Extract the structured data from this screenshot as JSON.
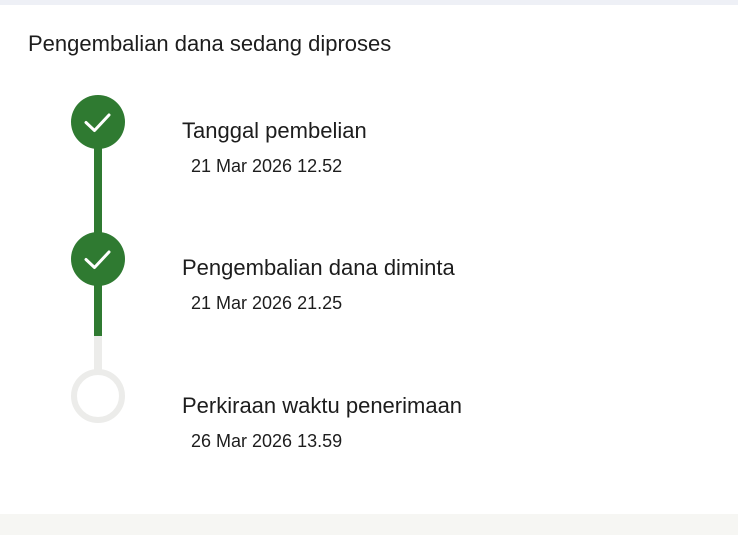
{
  "colors": {
    "completed": "#2f7a31",
    "pending": "#ececea",
    "text": "#1d1d1d"
  },
  "refund": {
    "title": "Pengembalian dana sedang diproses",
    "steps": [
      {
        "label": "Tanggal pembelian",
        "date": "21 Mar 2026 12.52",
        "status": "completed",
        "icon": "check-icon"
      },
      {
        "label": "Pengembalian dana diminta",
        "date": "21 Mar 2026 21.25",
        "status": "completed",
        "icon": "check-icon"
      },
      {
        "label": "Perkiraan waktu penerimaan",
        "date": "26 Mar 2026 13.59",
        "status": "pending",
        "icon": "empty-circle-icon"
      }
    ]
  }
}
